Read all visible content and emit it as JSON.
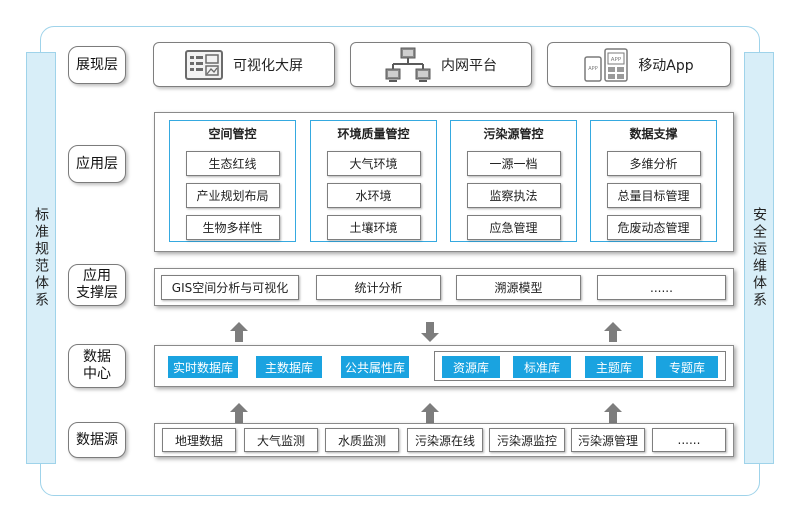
{
  "side": {
    "left": "标准规范体系",
    "right": "安全运维体系"
  },
  "layers": {
    "presentation": "展现层",
    "application": "应用层",
    "support": "应用\n支撑层",
    "datacenter": "数据\n中心",
    "datasource": "数据源"
  },
  "presentation": [
    {
      "label": "可视化大屏",
      "icon": "dashboard-icon"
    },
    {
      "label": "内网平台",
      "icon": "network-icon"
    },
    {
      "label": "移动App",
      "icon": "mobile-app-icon"
    }
  ],
  "application": [
    {
      "title": "空间管控",
      "items": [
        "生态红线",
        "产业规划布局",
        "生物多样性"
      ]
    },
    {
      "title": "环境质量管控",
      "items": [
        "大气环境",
        "水环境",
        "土壤环境"
      ]
    },
    {
      "title": "污染源管控",
      "items": [
        "一源一档",
        "监察执法",
        "应急管理"
      ]
    },
    {
      "title": "数据支撑",
      "items": [
        "多维分析",
        "总量目标管理",
        "危废动态管理"
      ]
    }
  ],
  "support": [
    "GIS空间分析与可视化",
    "统计分析",
    "溯源模型",
    "......"
  ],
  "datacenter": {
    "left": [
      "实时数据库",
      "主数据库",
      "公共属性库"
    ],
    "right": [
      "资源库",
      "标准库",
      "主题库",
      "专题库"
    ]
  },
  "datasource": [
    "地理数据",
    "大气监测",
    "水质监测",
    "污染源在线",
    "污染源监控",
    "污染源管理",
    "......"
  ],
  "colors": {
    "accent": "#1aa3e0",
    "border": "#35a9e0",
    "side_fill": "#d8eef8",
    "arrow": "#7d7d7d"
  }
}
